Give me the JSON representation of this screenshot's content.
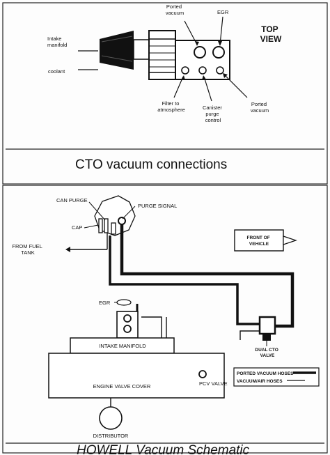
{
  "top": {
    "ported_vacuum_top": [
      "Ported",
      "vacuum"
    ],
    "egr": "EGR",
    "top_view": [
      "TOP",
      "VIEW"
    ],
    "intake_manifold": [
      "Intake",
      "manifold"
    ],
    "coolant": "coolant",
    "filter": [
      "Filter to",
      "atmosphere"
    ],
    "canister": [
      "Canister",
      "purge",
      "control"
    ],
    "ported_vacuum_right": [
      "Ported",
      "vacuum"
    ],
    "title": "CTO vacuum  connections"
  },
  "bottom": {
    "can_purge": "CAN PURGE",
    "purge_signal": "PURGE SIGNAL",
    "cap": "CAP",
    "from_fuel_tank": [
      "FROM FUEL",
      "TANK"
    ],
    "front_of_vehicle": [
      "FRONT OF",
      "VEHICLE"
    ],
    "egr": "EGR",
    "intake_manifold": "INTAKE MANIFOLD",
    "dual_cto_valve": [
      "DUAL CTO",
      "VALVE"
    ],
    "legend_ported": "PORTED VACUUM HOSES",
    "legend_vacuum_air": "VACUUM/AIR HOSES",
    "engine_valve_cover": "ENGINE VALVE COVER",
    "pcv_valve": "PCV VALVE",
    "distributor": "DISTRIBUTOR",
    "title": "HOWELL Vacuum Schematic"
  }
}
